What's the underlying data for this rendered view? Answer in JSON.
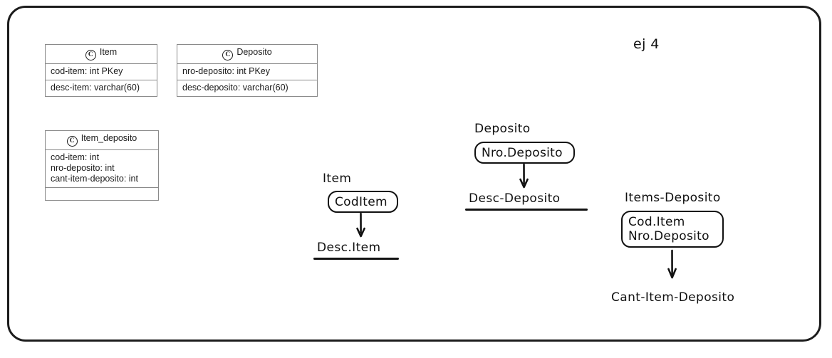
{
  "canvas": {
    "background": "#ffffff",
    "frame_color": "#1c1c1c"
  },
  "note": {
    "text": "ej 4"
  },
  "uml_classes": [
    {
      "id": "item",
      "stereotype_icon": "class-circle-icon",
      "stereotype_letter": "C",
      "name": "Item",
      "compartments": [
        [
          "cod-item: int PKey"
        ],
        [
          "desc-item: varchar(60)"
        ]
      ]
    },
    {
      "id": "deposito",
      "stereotype_icon": "class-circle-icon",
      "stereotype_letter": "C",
      "name": "Deposito",
      "compartments": [
        [
          "nro-deposito: int PKey"
        ],
        [
          "desc-deposito: varchar(60)"
        ]
      ]
    },
    {
      "id": "item_deposito",
      "stereotype_icon": "class-circle-icon",
      "stereotype_letter": "C",
      "name": "Item_deposito",
      "compartments": [
        [
          "cod-item: int",
          "nro-deposito: int",
          "cant-item-deposito: int"
        ],
        []
      ]
    }
  ],
  "fd_diagrams": [
    {
      "id": "item-fd",
      "title": "Item",
      "determinant_lines": [
        "CodItem"
      ],
      "dependent": "Desc.Item",
      "dependent_underlined": true
    },
    {
      "id": "deposito-fd",
      "title": "Deposito",
      "determinant_lines": [
        "Nro.Deposito"
      ],
      "dependent": "Desc-Deposito",
      "dependent_underlined": true
    },
    {
      "id": "items-deposito-fd",
      "title": "Items-Deposito",
      "determinant_lines": [
        "Cod.Item",
        "Nro.Deposito"
      ],
      "dependent": "Cant-Item-Deposito",
      "dependent_underlined": false
    }
  ]
}
